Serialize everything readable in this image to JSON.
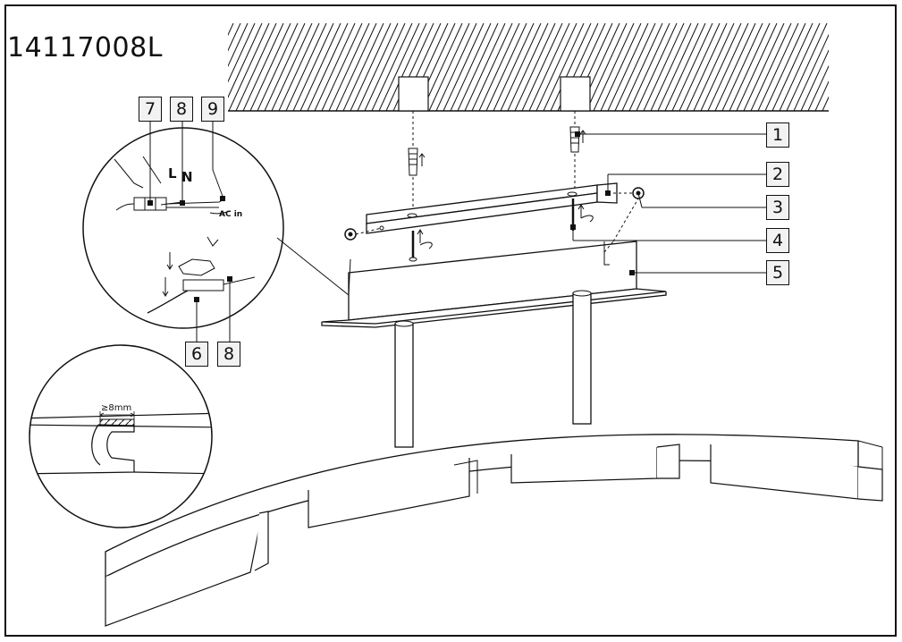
{
  "model_number": "14117008L",
  "callouts_top_left": [
    "7",
    "8",
    "9"
  ],
  "callouts_bottom_left": [
    "6",
    "8"
  ],
  "callouts_right": [
    "1",
    "2",
    "3",
    "4",
    "5"
  ],
  "wire_labels": {
    "live": "L",
    "neutral": "N",
    "ac_in": "AC in"
  },
  "min_distance_label": "≥8mm"
}
